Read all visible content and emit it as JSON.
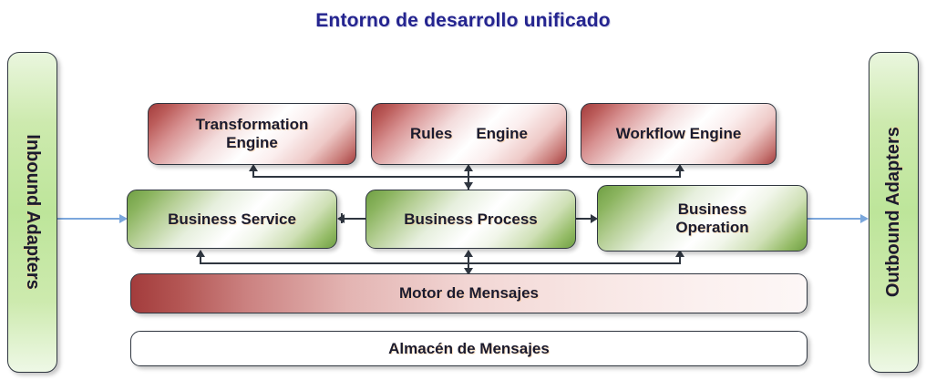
{
  "title": "Entorno de desarrollo unificado",
  "colors": {
    "title_text": "#24248f",
    "engine_accent": "#a33c3c",
    "business_accent": "#6f9f43",
    "adapter_fill": "#bde59a",
    "connector": "#2f3640",
    "adapter_connector": "#7ba7dc"
  },
  "adapters": {
    "inbound": {
      "label": "Inbound Adapters",
      "orientation": "vertical-cw"
    },
    "outbound": {
      "label": "Outbound Adapters",
      "orientation": "vertical-ccw"
    }
  },
  "engines": [
    {
      "id": "transformation-engine",
      "line1": "Transformation",
      "line2": "Engine"
    },
    {
      "id": "rules-engine",
      "line1": "Rules",
      "line2": "Engine"
    },
    {
      "id": "workflow-engine",
      "line1": "Workflow Engine",
      "line2": ""
    }
  ],
  "business_layer": [
    {
      "id": "business-service",
      "line1": "Business Service",
      "line2": ""
    },
    {
      "id": "business-process",
      "line1": "Business Process",
      "line2": ""
    },
    {
      "id": "business-operation",
      "line1": "Business",
      "line2": "Operation"
    }
  ],
  "messaging": {
    "engine_label": "Motor de Mensajes",
    "store_label": "Almacén de Mensajes"
  }
}
